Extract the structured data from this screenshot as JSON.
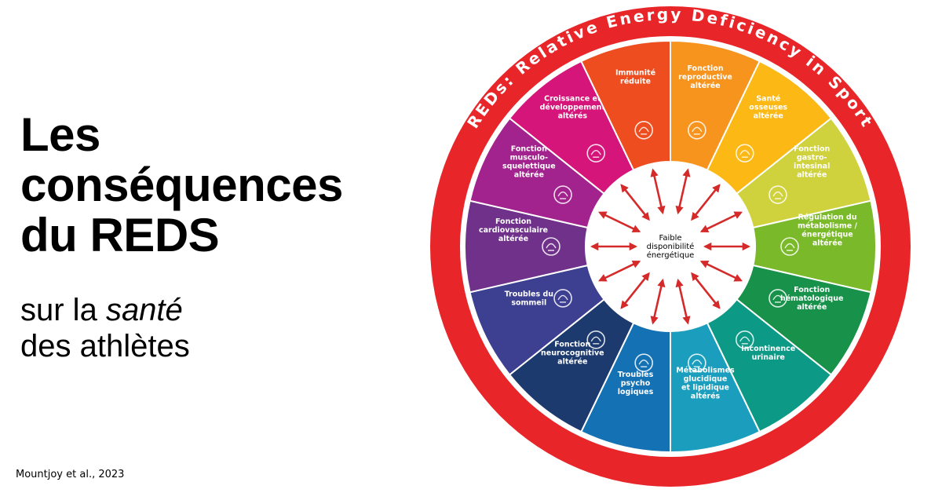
{
  "headline": {
    "line1": "Les",
    "line2": "conséquences",
    "line3": "du REDS"
  },
  "subhead": {
    "prefix": "sur la ",
    "emphasis": "santé",
    "line2": "des athlètes"
  },
  "citation": "Mountjoy et al., 2023",
  "wheel": {
    "ring_title": "REDs: Relative Energy Deficiency in Sport",
    "center_lines": [
      "Faible",
      "disponibilité",
      "énergétique"
    ],
    "colors": {
      "ring": "#e8262a",
      "arrow": "#d42a2a",
      "center": "#ffffff",
      "label": "#ffffff"
    },
    "segments": [
      {
        "lines": [
          "Fonction",
          "reproductive",
          "altérée"
        ],
        "color": "#f7941d",
        "icon": "uterus-icon"
      },
      {
        "lines": [
          "Santé",
          "osseuses",
          "altérée"
        ],
        "color": "#fcb814",
        "icon": "bone-icon"
      },
      {
        "lines": [
          "Fonction",
          "gastro-",
          "intesinal",
          "altérée"
        ],
        "color": "#cfd23c",
        "icon": "intestine-icon"
      },
      {
        "lines": [
          "Régulation du",
          "métabolisme /",
          "énergétique",
          "altérée"
        ],
        "color": "#7ab929",
        "icon": "liver-icon"
      },
      {
        "lines": [
          "Fonction",
          "hématologique",
          "altérée"
        ],
        "color": "#18924a",
        "icon": "blood-cells-icon"
      },
      {
        "lines": [
          "Incontinence",
          "urinaire"
        ],
        "color": "#0c9a86",
        "icon": "kidney-icon"
      },
      {
        "lines": [
          "Métabolismes",
          "glucidique",
          "et lipidique",
          "altérés"
        ],
        "color": "#1b9ebd",
        "icon": "pancreas-icon"
      },
      {
        "lines": [
          "Troubles",
          "psycho",
          "logiques"
        ],
        "color": "#1471b4",
        "icon": "head-icon"
      },
      {
        "lines": [
          "Fonction",
          "neurocognitive",
          "altérée"
        ],
        "color": "#1d3a6e",
        "icon": "brain-icon"
      },
      {
        "lines": [
          "Troubles du",
          "sommeil"
        ],
        "color": "#3d3f91",
        "icon": "sleep-zzz-icon"
      },
      {
        "lines": [
          "Fonction",
          "cardiovasculaire",
          "altérée"
        ],
        "color": "#70318b",
        "icon": "heart-icon"
      },
      {
        "lines": [
          "Fonction",
          "musculo-",
          "squelettique",
          "altérée"
        ],
        "color": "#a3238e",
        "icon": "flexed-arm-icon"
      },
      {
        "lines": [
          "Croissance et",
          "développement",
          "altérés"
        ],
        "color": "#d5157a",
        "icon": "growth-chart-icon"
      },
      {
        "lines": [
          "Immunité",
          "réduite"
        ],
        "color": "#ee4d1f",
        "icon": "virus-icon"
      }
    ]
  }
}
